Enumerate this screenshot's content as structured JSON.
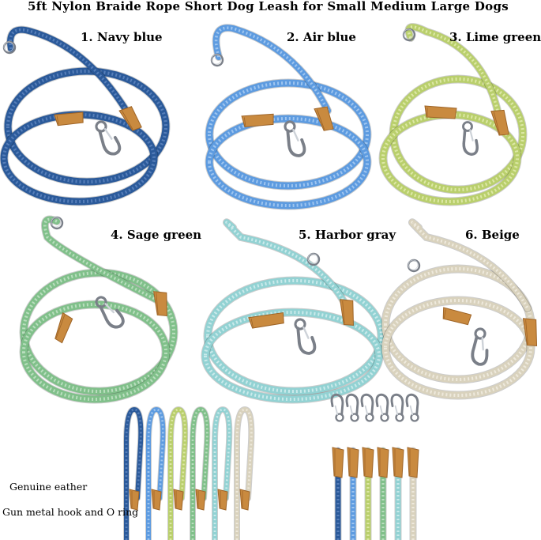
{
  "title": "5ft Nylon Braide Rope Short Dog Leash for Small Medium Large Dogs",
  "leashes": [
    {
      "label": "1. Navy blue",
      "color": "#2b5a9a",
      "stripe": "#5f86c0"
    },
    {
      "label": "2. Air blue",
      "color": "#5d9be0",
      "stripe": "#a9cdf2"
    },
    {
      "label": "3. Lime green",
      "color": "#b9cf6c",
      "stripe": "#e3ecb0"
    },
    {
      "label": "4. Sage green",
      "color": "#80c08a",
      "stripe": "#c3e3c7"
    },
    {
      "label": "5. Harbor gray",
      "color": "#92d2d3",
      "stripe": "#d4efef"
    },
    {
      "label": "6. Beige",
      "color": "#d9d2bd",
      "stripe": "#f1ede2"
    }
  ],
  "captions": {
    "leather": "Genuine eather",
    "hardware": "Gun metal hook and O ring"
  },
  "colors": {
    "leather": "#c98a3f",
    "leather_dark": "#9e6427",
    "metal": "#7a7f88",
    "metal_light": "#cdd2d8"
  }
}
